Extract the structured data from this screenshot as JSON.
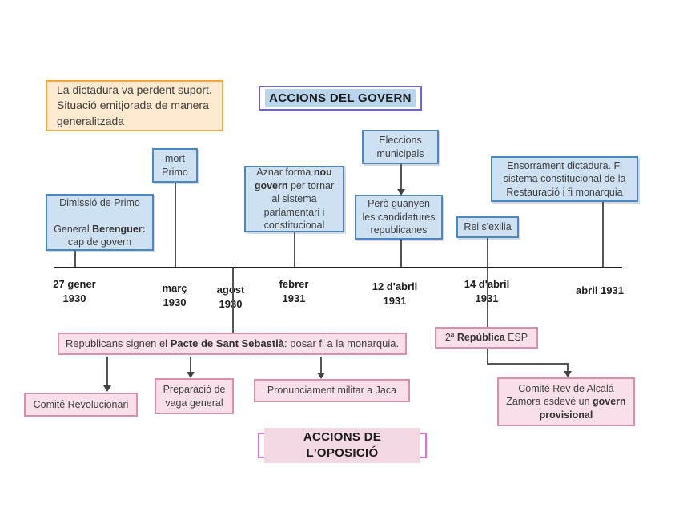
{
  "colors": {
    "blue_fill": "#cde1f3",
    "blue_border": "#4e86c0",
    "pink_fill": "#f9dfe9",
    "pink_border": "#d98fad",
    "orange_fill": "#fdeacf",
    "orange_border": "#f5a83e",
    "govern_title_border": "#6b62e4",
    "oposicio_title_border": "#ee6adf",
    "highlight_blue": "#b9d5ed",
    "highlight_pink": "#f3d8e4",
    "connector": "#555555"
  },
  "note": {
    "text": "La dictadura va perdent suport. Situació emitjorada de manera generalitzada"
  },
  "titles": {
    "govern": "ACCIONS DEL GOVERN",
    "oposicio": "ACCIONS DE L'OPOSICIÓ"
  },
  "govern": {
    "dimissio": {
      "line1": "Dimissió de Primo",
      "line2_pre": "General ",
      "line2_bold": "Berenguer:",
      "line3": "cap de govern"
    },
    "mort": {
      "line1": "mort",
      "line2": "Primo"
    },
    "aznar": {
      "pre": "Aznar forma ",
      "bold": "nou govern",
      "post": " per tornar al sistema parlamentari i constitucional"
    },
    "eleccions": {
      "text": "Eleccions municipals"
    },
    "guanyen": {
      "text": "Però guanyen les candidatures republicanes"
    },
    "rei": {
      "text": "Rei s'exilia"
    },
    "ensorrament": {
      "text": "Ensorrament dictadura. Fi sistema constitucional de la Restauració i fi monarquia"
    }
  },
  "timeline": {
    "dates": [
      {
        "line1": "27 gener",
        "line2": "1930"
      },
      {
        "line1": "març",
        "line2": "1930"
      },
      {
        "line1": "agost",
        "line2": "1930"
      },
      {
        "line1": "febrer",
        "line2": "1931"
      },
      {
        "line1": "12 d'abril",
        "line2": "1931"
      },
      {
        "line1": "14 d'abril",
        "line2": "1931"
      },
      {
        "line1": "abril 1931",
        "line2": ""
      }
    ]
  },
  "oposicio": {
    "pacte": {
      "pre": "Republicans signen el ",
      "bold": "Pacte de Sant Sebastià",
      "post": ": posar fi a la monarquia."
    },
    "republica": {
      "pre": "2ª ",
      "bold": "República",
      "post": " ESP"
    },
    "comite_rev": {
      "pre": "Comité Rev de Alcalá Zamora esdevé un ",
      "bold": "govern provisional"
    },
    "comite_revolucionari": {
      "text": "Comité Revolucionari"
    },
    "preparacio": {
      "text": "Preparació de vaga general"
    },
    "pronunciament": {
      "text": "Pronunciament militar a Jaca"
    }
  }
}
